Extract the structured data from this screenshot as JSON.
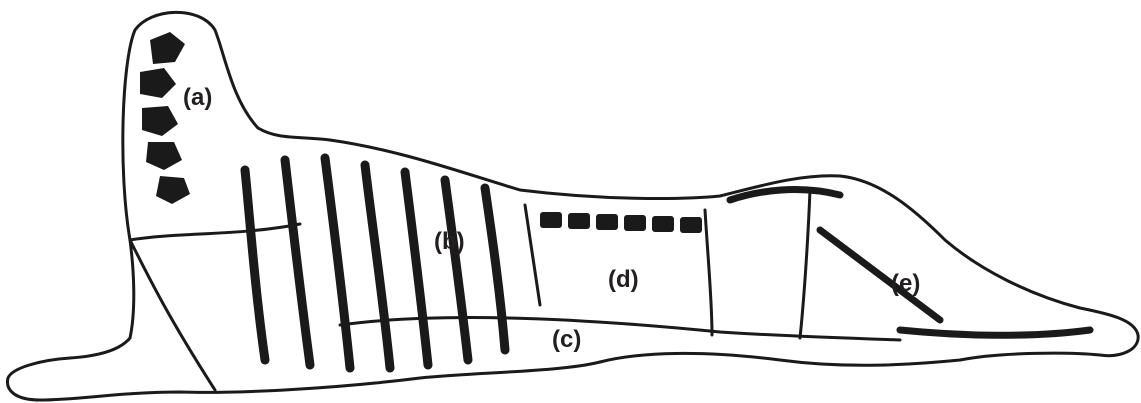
{
  "diagram": {
    "ink_color": "#1a1a1a",
    "background": "#ffffff",
    "labels": {
      "a": "(a)",
      "b": "(b)",
      "c": "(c)",
      "d": "(d)",
      "e": "(e)"
    }
  }
}
